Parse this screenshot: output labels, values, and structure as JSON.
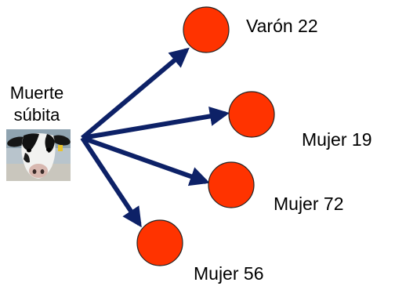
{
  "source": {
    "line1": "Muerte",
    "line2": "súbita",
    "image": "cow-photo"
  },
  "targets": [
    {
      "label": "Varón 22"
    },
    {
      "label": "Mujer 19"
    },
    {
      "label": "Mujer 72"
    },
    {
      "label": "Mujer 56"
    }
  ],
  "colors": {
    "node_fill": "#ff3300",
    "node_stroke": "#222222",
    "arrow": "#0d2167"
  }
}
